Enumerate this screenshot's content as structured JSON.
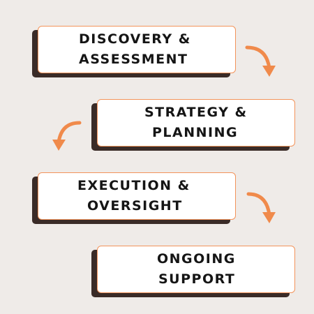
{
  "colors": {
    "background": "#efebe8",
    "box_fill": "#ffffff",
    "box_border": "#f3935a",
    "shadow": "#3a2b27",
    "arrow": "#f08a4b",
    "text": "#151515"
  },
  "steps": [
    {
      "line1": "DISCOVERY &",
      "line2": "ASSESSMENT"
    },
    {
      "line1": "STRATEGY &",
      "line2": "PLANNING"
    },
    {
      "line1": "EXECUTION &",
      "line2": "OVERSIGHT"
    },
    {
      "line1": "ONGOING",
      "line2": "SUPPORT"
    }
  ],
  "connectors": [
    {
      "from": "step-1",
      "to": "step-2",
      "icon": "curved-arrow-right-down-icon"
    },
    {
      "from": "step-2",
      "to": "step-3",
      "icon": "curved-arrow-left-down-icon"
    },
    {
      "from": "step-3",
      "to": "step-4",
      "icon": "curved-arrow-right-down-icon"
    }
  ]
}
